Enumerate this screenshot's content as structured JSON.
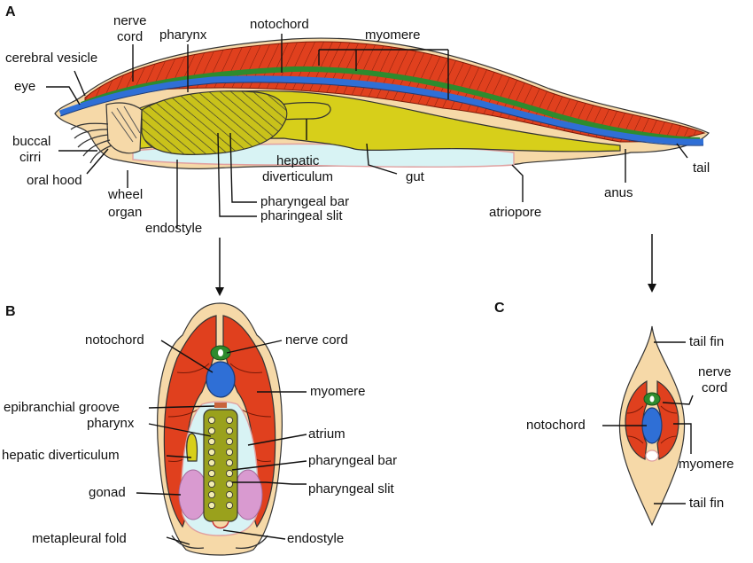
{
  "panels": {
    "a": "A",
    "b": "B",
    "c": "C"
  },
  "panel_a_labels": {
    "nerve_cord_1": "nerve",
    "nerve_cord_2": "cord",
    "pharynx": "pharynx",
    "notochord": "notochord",
    "myomere": "myomere",
    "cerebral_vesicle": "cerebral vesicle",
    "eye": "eye",
    "buccal_cirri_1": "buccal",
    "buccal_cirri_2": "cirri",
    "oral_hood": "oral hood",
    "wheel_organ_1": "wheel",
    "wheel_organ_2": "organ",
    "endostyle": "endostyle",
    "hepatic_diverticulum_1": "hepatic",
    "hepatic_diverticulum_2": "diverticulum",
    "pharyngeal_bar": "pharyngeal bar",
    "pharingeal_slit": "pharingeal slit",
    "gut": "gut",
    "atriopore": "atriopore",
    "anus": "anus",
    "tail": "tail"
  },
  "panel_b_labels": {
    "notochord": "notochord",
    "nerve_cord": "nerve cord",
    "myomere": "myomere",
    "epibranchial_groove": "epibranchial groove",
    "pharynx": "pharynx",
    "atrium": "atrium",
    "hepatic_diverticulum": "hepatic diverticulum",
    "pharyngeal_bar": "pharyngeal bar",
    "pharyngeal_slit": "pharyngeal slit",
    "gonad": "gonad",
    "metapleural_fold": "metapleural fold",
    "endostyle": "endostyle"
  },
  "panel_c_labels": {
    "tail_fin_top": "tail fin",
    "nerve_cord_1": "nerve",
    "nerve_cord_2": "cord",
    "notochord": "notochord",
    "myomere": "myomere",
    "tail_fin_bottom": "tail fin"
  },
  "colors": {
    "skin": "#f6d9a8",
    "muscle": "#e0401e",
    "notochord": "#2f6fd6",
    "nerve_cord": "#2e8b2e",
    "gut": "#d7cf1a",
    "pharynx": "#9aa11c",
    "atrium": "#d8f3f4",
    "gonad": "#d99ad0"
  }
}
